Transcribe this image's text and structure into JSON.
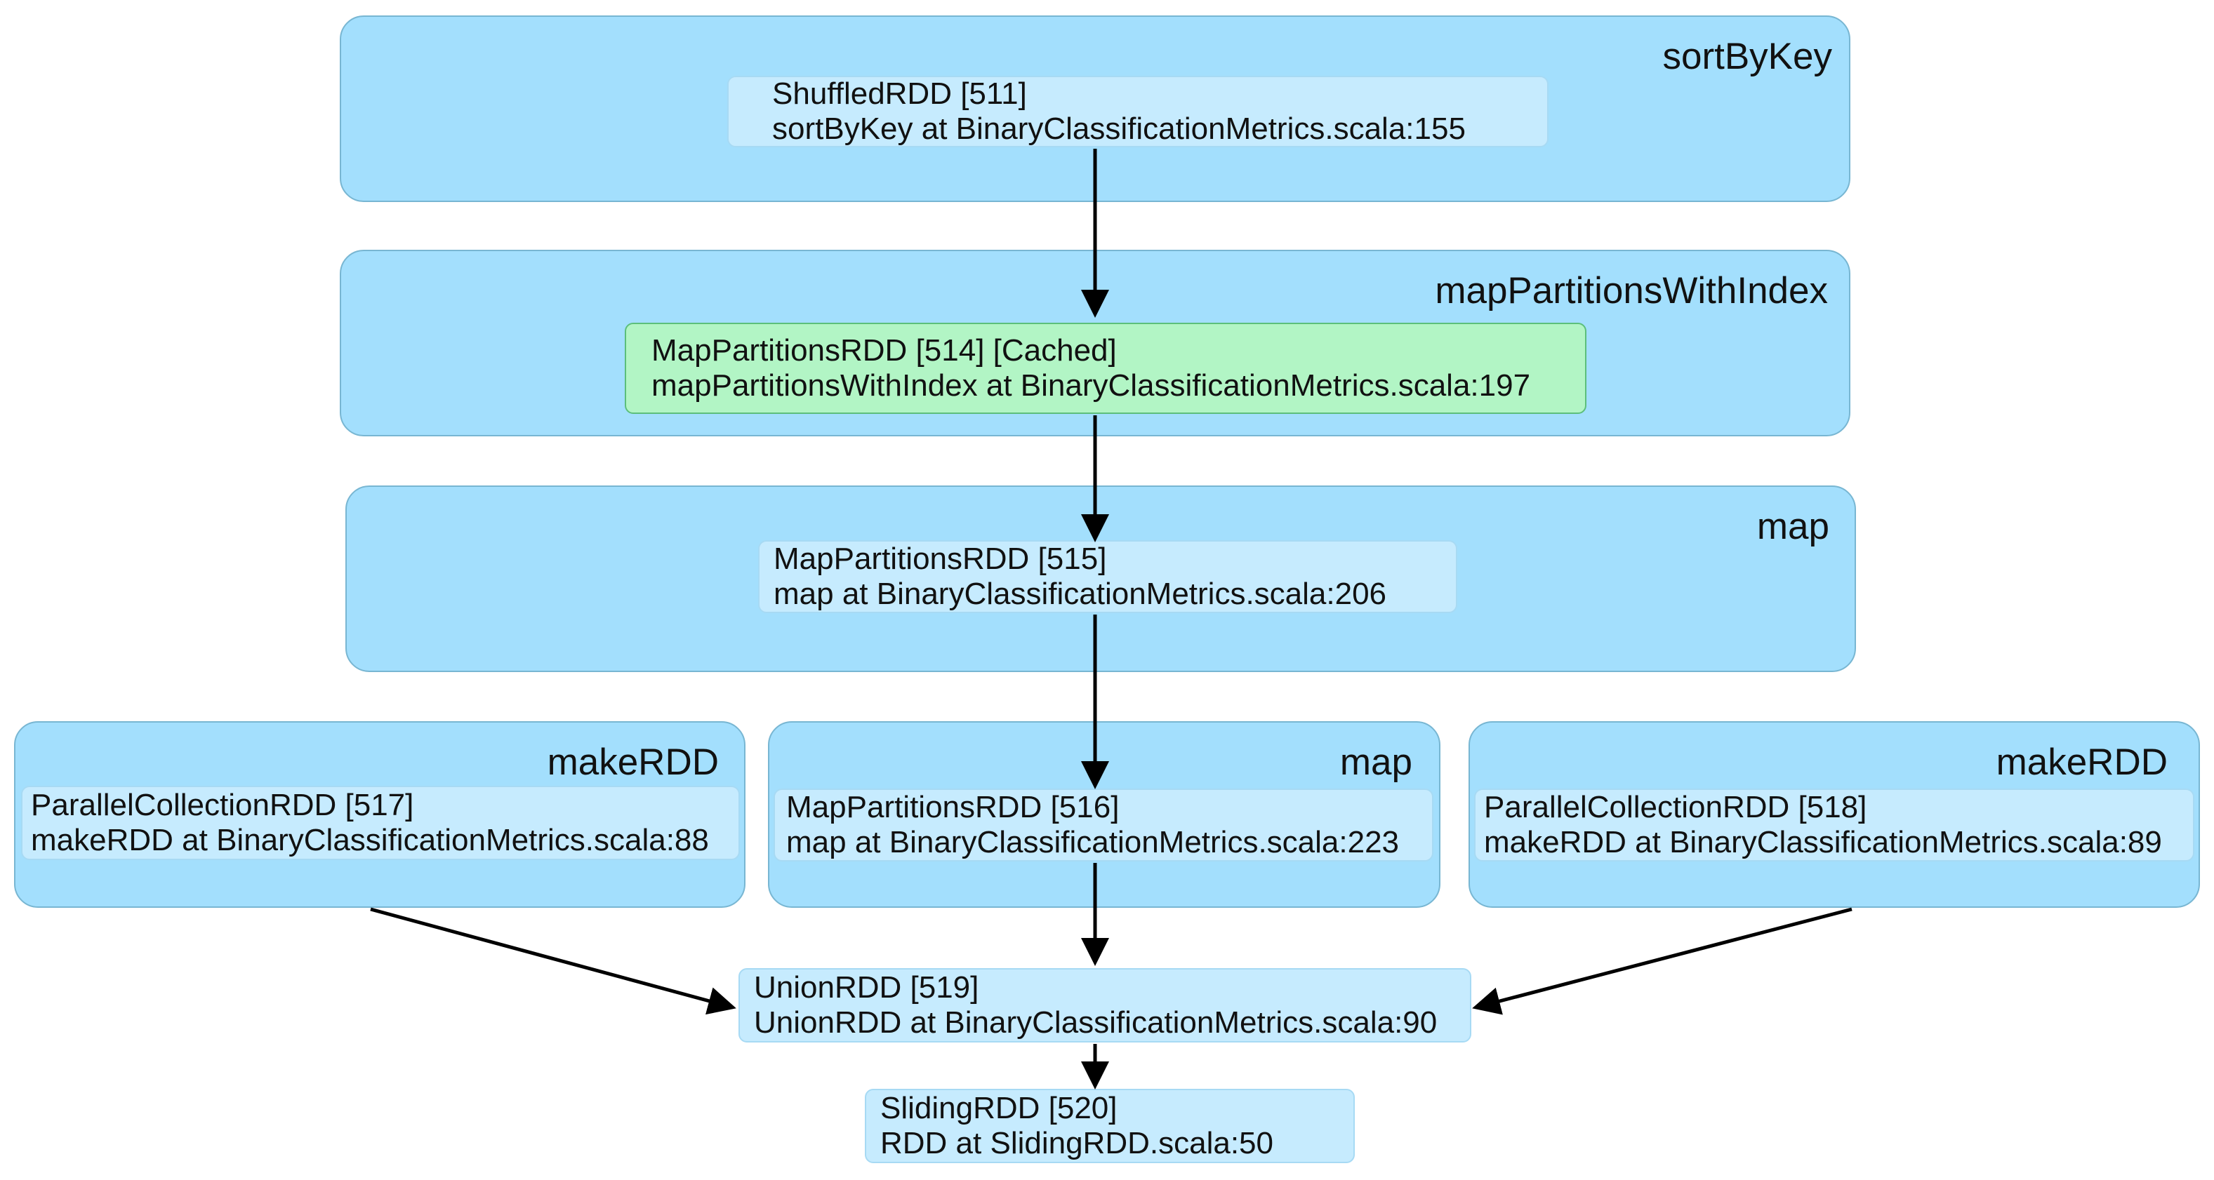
{
  "clusters": {
    "sortbykey": {
      "label": "sortByKey"
    },
    "mappartitionswithindex": {
      "label": "mapPartitionsWithIndex"
    },
    "map_upper": {
      "label": "map"
    },
    "makerdd_left": {
      "label": "makeRDD"
    },
    "map_lower": {
      "label": "map"
    },
    "makerdd_right": {
      "label": "makeRDD"
    }
  },
  "nodes": {
    "rdd511": {
      "title": "ShuffledRDD [511]",
      "callsite": "sortByKey at BinaryClassificationMetrics.scala:155"
    },
    "rdd514": {
      "title": "MapPartitionsRDD [514] [Cached]",
      "callsite": "mapPartitionsWithIndex at BinaryClassificationMetrics.scala:197",
      "cached": true
    },
    "rdd515": {
      "title": "MapPartitionsRDD [515]",
      "callsite": "map at BinaryClassificationMetrics.scala:206"
    },
    "rdd517": {
      "title": "ParallelCollectionRDD [517]",
      "callsite": "makeRDD at BinaryClassificationMetrics.scala:88"
    },
    "rdd516": {
      "title": "MapPartitionsRDD [516]",
      "callsite": "map at BinaryClassificationMetrics.scala:223"
    },
    "rdd518": {
      "title": "ParallelCollectionRDD [518]",
      "callsite": "makeRDD at BinaryClassificationMetrics.scala:89"
    },
    "rdd519": {
      "title": "UnionRDD [519]",
      "callsite": "UnionRDD at BinaryClassificationMetrics.scala:90"
    },
    "rdd520": {
      "title": "SlidingRDD [520]",
      "callsite": "RDD at SlidingRDD.scala:50"
    }
  },
  "edges": [
    {
      "from": "ShuffledRDD [511]",
      "to": "MapPartitionsRDD [514] [Cached]"
    },
    {
      "from": "MapPartitionsRDD [514] [Cached]",
      "to": "MapPartitionsRDD [515]"
    },
    {
      "from": "MapPartitionsRDD [515]",
      "to": "MapPartitionsRDD [516]"
    },
    {
      "from": "MapPartitionsRDD [516]",
      "to": "UnionRDD [519]"
    },
    {
      "from": "ParallelCollectionRDD [517]",
      "to": "UnionRDD [519]"
    },
    {
      "from": "ParallelCollectionRDD [518]",
      "to": "UnionRDD [519]"
    },
    {
      "from": "UnionRDD [519]",
      "to": "SlidingRDD [520]"
    }
  ],
  "colors": {
    "cluster_fill": "#a3dffd",
    "cluster_border": "#78b6d2",
    "node_fill": "#c6ebfe",
    "cached_node_fill": "#b2f5c5",
    "edge": "#000000"
  }
}
